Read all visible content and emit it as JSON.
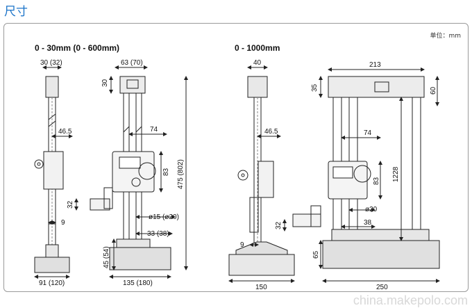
{
  "title": "尺寸",
  "unit_label": "单位：mm",
  "left_heading": "0 - 30mm (0 - 600mm)",
  "right_heading": "0 - 1000mm",
  "left_dims": {
    "top_width": "30 (32)",
    "head_width": "63 (70)",
    "head_height": "30",
    "beam_offset": "46.5",
    "display_width": "74",
    "display_height": "83",
    "total_height": "475 (802)",
    "jaw_height": "32",
    "jaw_thickness": "9",
    "spindle_dia": "ø15 (ø20)",
    "base_offset": "33 (38)",
    "base_height": "45 (54)",
    "base_side": "91 (120)",
    "base_width": "135 (180)"
  },
  "right_dims": {
    "top_width": "40",
    "frame_width": "213",
    "head_height": "35",
    "frame_depth": "60",
    "beam_offset": "46.5",
    "display_width": "74",
    "display_height": "83",
    "total_height": "1228",
    "jaw_height": "32",
    "jaw_thickness": "9",
    "spindle_dia": "ø20",
    "base_offset": "38",
    "base_height": "65",
    "base_side": "150",
    "base_width": "250"
  },
  "watermark": "china.makepolo.com"
}
